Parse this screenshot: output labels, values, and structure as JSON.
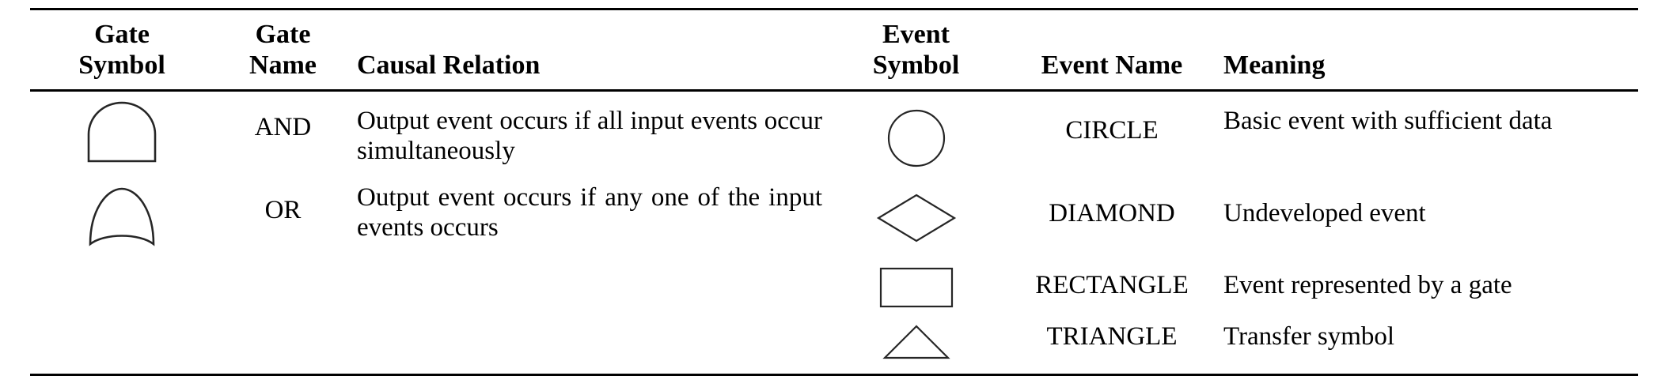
{
  "table": {
    "headers": [
      {
        "id": "gate-symbol",
        "label": "Gate\nSymbol",
        "align": "center"
      },
      {
        "id": "gate-name",
        "label": "Gate\nName",
        "align": "center"
      },
      {
        "id": "causal-relation",
        "label": "Causal Relation",
        "align": "left"
      },
      {
        "id": "event-symbol",
        "label": "Event\nSymbol",
        "align": "center"
      },
      {
        "id": "event-name",
        "label": "Event Name",
        "align": "center"
      },
      {
        "id": "meaning",
        "label": "Meaning",
        "align": "left"
      }
    ],
    "header_lines": {
      "gate_symbol_1": "Gate",
      "gate_symbol_2": "Symbol",
      "gate_name_1": "Gate",
      "gate_name_2": "Name",
      "causal_relation": "Causal Relation",
      "event_symbol_1": "Event",
      "event_symbol_2": "Symbol",
      "event_name": "Event Name",
      "meaning": "Meaning"
    },
    "gate_rows": [
      {
        "symbol": "and-gate-symbol",
        "name": "AND",
        "causal_relation": "Output event occurs if all input events occur simultaneously"
      },
      {
        "symbol": "or-gate-symbol",
        "name": "OR",
        "causal_relation": "Output event occurs if any one of the input events occurs"
      }
    ],
    "event_rows": [
      {
        "symbol": "circle-symbol",
        "name": "CIRCLE",
        "meaning": "Basic event with sufficient data"
      },
      {
        "symbol": "diamond-symbol",
        "name": "DIAMOND",
        "meaning": "Undeveloped event"
      },
      {
        "symbol": "rectangle-symbol",
        "name": "RECTANGLE",
        "meaning": "Event represented by a gate"
      },
      {
        "symbol": "triangle-symbol",
        "name": "TRIANGLE",
        "meaning": "Transfer symbol"
      }
    ]
  },
  "style": {
    "rule_color": "#000000",
    "text_color": "#000000",
    "background": "#ffffff",
    "stroke_color": "#1a1a1a"
  }
}
